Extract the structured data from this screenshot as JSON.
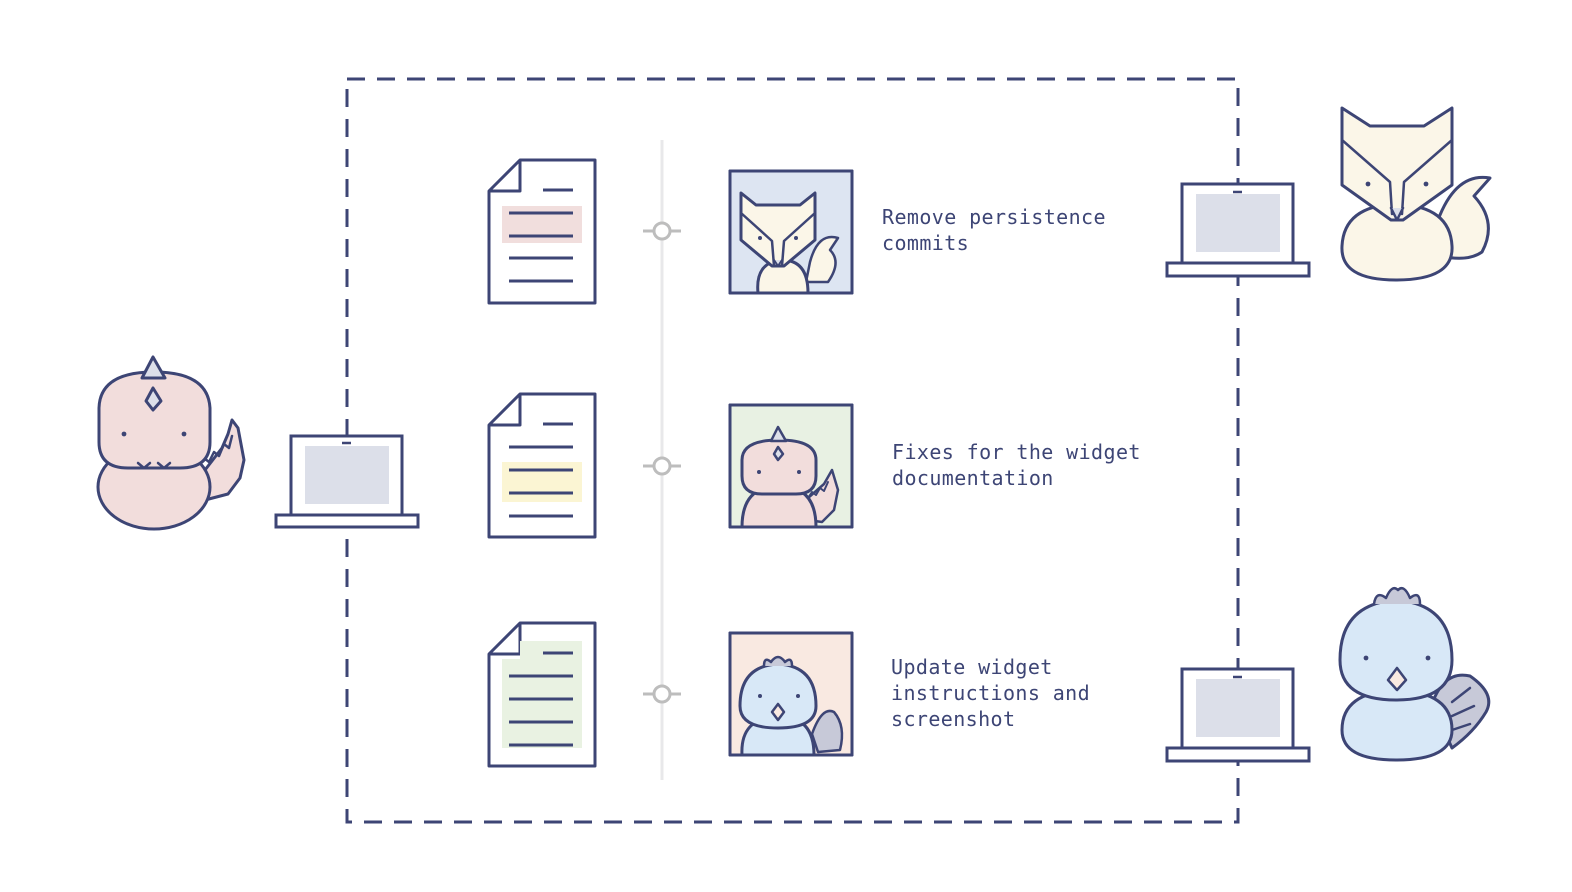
{
  "palette": {
    "stroke": "#3d4575",
    "timeline": "#e8e8ea",
    "commit_node": "#bdbdbd",
    "screen": "#dcdfe9",
    "dino_fill": "#f2dddc",
    "fox_fill": "#fbf6e8",
    "bird_fill": "#d8e8f7",
    "bird_tail": "#c7c9d8",
    "doc_highlight_pink": "#f1dedd",
    "doc_highlight_yellow": "#fbf5d3",
    "doc_highlight_green": "#e9f2e2",
    "avatar_bg_blue": "#dde5f2",
    "avatar_bg_green": "#e8f1e3",
    "avatar_bg_peach": "#f9e9e1"
  },
  "left_user": {
    "character": "dinosaur",
    "icon": "laptop-icon"
  },
  "commits": [
    {
      "message": "Remove persistence\ncommits",
      "author": "fox",
      "document_highlight": "pink",
      "avatar_background": "blue"
    },
    {
      "message": "Fixes for the widget\ndocumentation",
      "author": "dinosaur",
      "document_highlight": "yellow",
      "avatar_background": "green"
    },
    {
      "message": "Update widget\ninstructions and\nscreenshot",
      "author": "bird",
      "document_highlight": "green",
      "avatar_background": "peach"
    }
  ],
  "right_users": [
    {
      "character": "fox",
      "icon": "laptop-icon"
    },
    {
      "character": "bird",
      "icon": "laptop-icon"
    }
  ]
}
